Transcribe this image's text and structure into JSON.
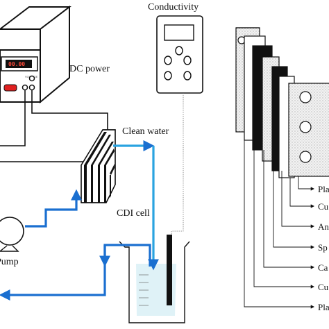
{
  "labels": {
    "conductivity": "Conductivity",
    "dc_power": "DC power",
    "clean_water": "Clean water",
    "cdi_cell": "CDI cell",
    "pump": "Pump"
  },
  "dc_supply": {
    "display_value": "00.00",
    "knob_label": "VOLTAGE"
  },
  "layer_labels": [
    "Pla",
    "Cu",
    "An",
    "Sp",
    "Ca",
    "Cu",
    "Pla"
  ],
  "colors": {
    "water_flow": "#1a6fd0",
    "wire": "#111111",
    "stipple": "#d4d4d4",
    "beaker_water": "#dff2f7"
  }
}
